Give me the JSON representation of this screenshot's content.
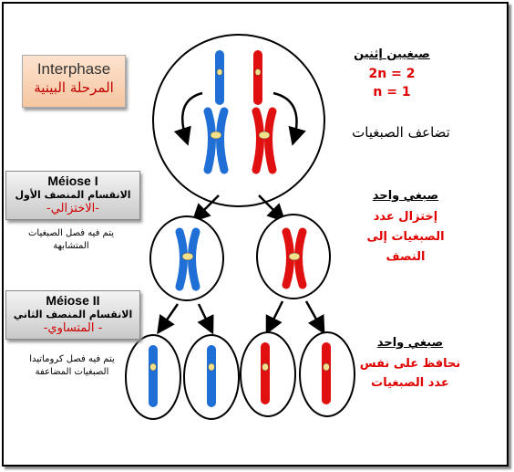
{
  "interphase": {
    "title": "Interphase",
    "subtitle": "المرحلة البينية"
  },
  "meiosis1": {
    "title": "Méiose I",
    "subtitle": "الانقسام المنصف الأول",
    "type": "-الاختزالي-",
    "note_l1": "يتم فيه فصل الصبغيات",
    "note_l2": "المتشابهة"
  },
  "meiosis2": {
    "title": "Méiose II",
    "subtitle": "الانقسام المنصف الثاني",
    "type": "- المتساوي-",
    "note_l1": "يتم فيه فصل كروماتيدا",
    "note_l2": "الصبغيات المضاعفة"
  },
  "right": {
    "top_title": "صبغيين إثنين",
    "top_l1": "2n = 2",
    "top_l2": "n = 1",
    "duplication": "تضاعف الصبغيات",
    "mid_title": "صبغي واحد",
    "mid_l1": "إختزال عدد",
    "mid_l2": "الصبغيات إلى",
    "mid_l3": "النصف",
    "bot_title": "صبغي واحد",
    "bot_l1": "نحافظ على نفس",
    "bot_l2": "عدد الصبغيات"
  },
  "colors": {
    "blue": "#1f6fd6",
    "red": "#e01010",
    "centromere": "#f5e08a"
  }
}
